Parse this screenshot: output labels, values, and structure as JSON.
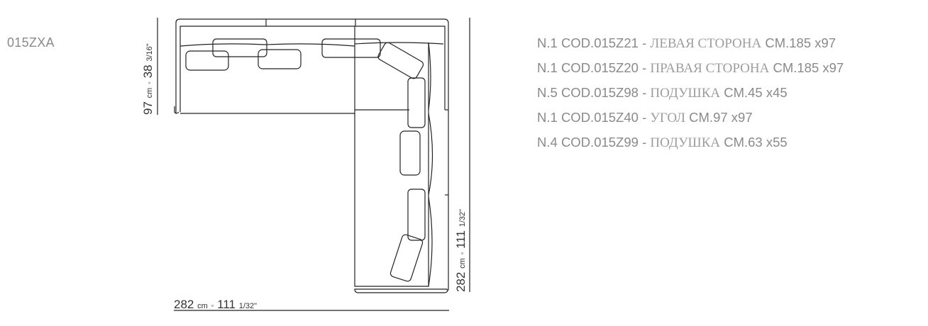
{
  "model_code": "015ZXA",
  "components": [
    {
      "qty": "N.1",
      "code": "COD.015Z21",
      "name": "ЛЕВАЯ СТОРОНА",
      "size": "CM.185 x97"
    },
    {
      "qty": "N.1",
      "code": "COD.015Z20",
      "name": "ПРАВАЯ СТОРОНА",
      "size": "CM.185 x97"
    },
    {
      "qty": "N.5",
      "code": "COD.015Z98",
      "name": "ПОДУШКА",
      "size": "CM.45 x45"
    },
    {
      "qty": "N.1",
      "code": "COD.015Z40",
      "name": "УГОЛ",
      "size": "CM.97 x97"
    },
    {
      "qty": "N.4",
      "code": "COD.015Z99",
      "name": "ПОДУШКА",
      "size": "CM.63 x55"
    }
  ],
  "separator": "-",
  "dimensions": {
    "depth": {
      "cm": "97",
      "cm_unit": "cm",
      "inch": "38",
      "inch_frac": "3/16\""
    },
    "side": {
      "cm": "282",
      "cm_unit": "cm",
      "inch": "111",
      "inch_frac": "1/32\""
    },
    "width": {
      "cm": "282",
      "cm_unit": "cm",
      "inch": "111",
      "inch_frac": "1/32\""
    },
    "dot": "◦"
  }
}
